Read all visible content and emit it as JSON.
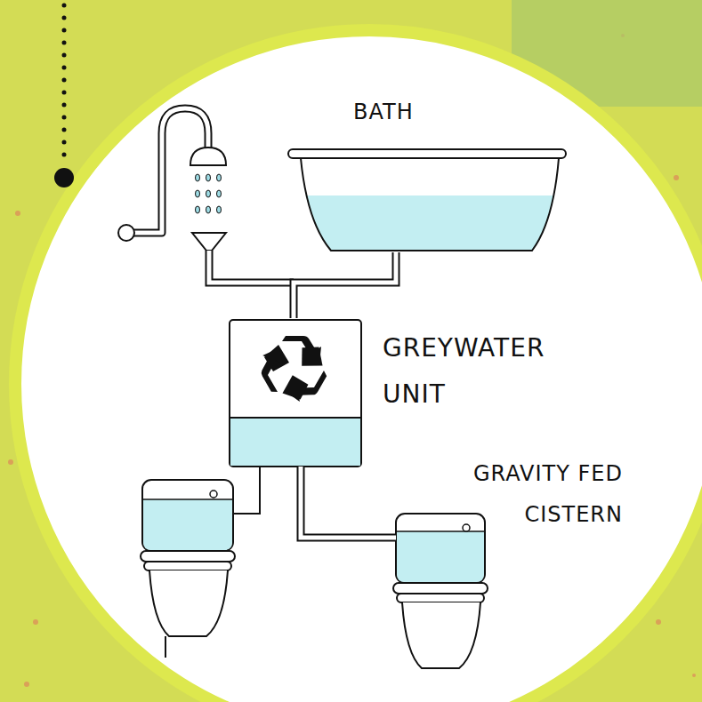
{
  "diagram": {
    "nodes": [
      {
        "text": [
          "BATH"
        ]
      },
      {
        "text": [
          "GREYWATER UNIT"
        ]
      },
      {
        "text": [
          "GRAVITY FED CISTERN"
        ]
      }
    ],
    "edges": [
      {
        "from": 0,
        "to": 1,
        "arrow": "none"
      },
      {
        "from": 1,
        "to": 2,
        "arrow": "none"
      }
    ]
  }
}
